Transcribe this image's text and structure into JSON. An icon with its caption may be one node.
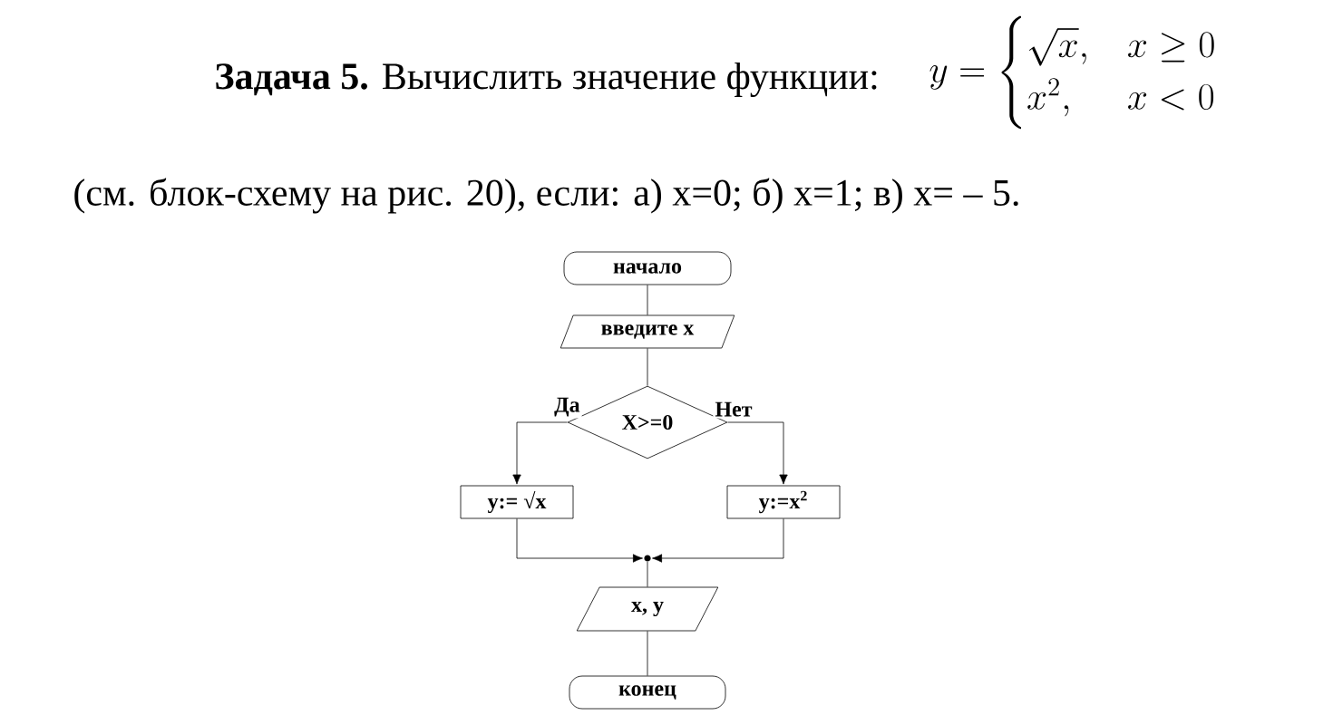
{
  "diagram": {
    "title": "**Задача 5.** Вычислить значение функции:",
    "nodes": [
      {
        "text": [
          "начало"
        ]
      },
      {
        "text": [
          "введите x"
        ]
      },
      {
        "text": [
          "X>=0"
        ]
      },
      {
        "text": [
          "y:= √x"
        ]
      },
      {
        "text": [
          "y:=x$^{2}$"
        ]
      },
      {
        "text": [],
        "shape": "circle"
      },
      {
        "text": [
          "x, y"
        ]
      },
      {
        "text": [
          "конец"
        ]
      }
    ],
    "edges": [
      {
        "from": 0,
        "to": 1,
        "arrow": "none"
      },
      {
        "from": 1,
        "to": 2,
        "arrow": "none"
      },
      {
        "from": 2,
        "to": 3,
        "arrow": "to",
        "label": "Да"
      },
      {
        "from": 2,
        "to": 4,
        "arrow": "to",
        "label": "Нет"
      },
      {
        "from": 3,
        "to": 5,
        "arrow": "to"
      },
      {
        "from": 4,
        "to": 5,
        "arrow": "to"
      },
      {
        "from": 5,
        "to": 6,
        "arrow": "none"
      },
      {
        "from": 6,
        "to": 7,
        "arrow": "none"
      }
    ],
    "labels": [
      "y = \\begin{cases} \\sqrt{x}, & x \\ge 0 \\\\ x^{2}, & x < 0 \\end{cases}",
      "(см. блок-схему на рис. 20), если: а) x=0;   б) x=1;   в) x= – 5."
    ]
  }
}
